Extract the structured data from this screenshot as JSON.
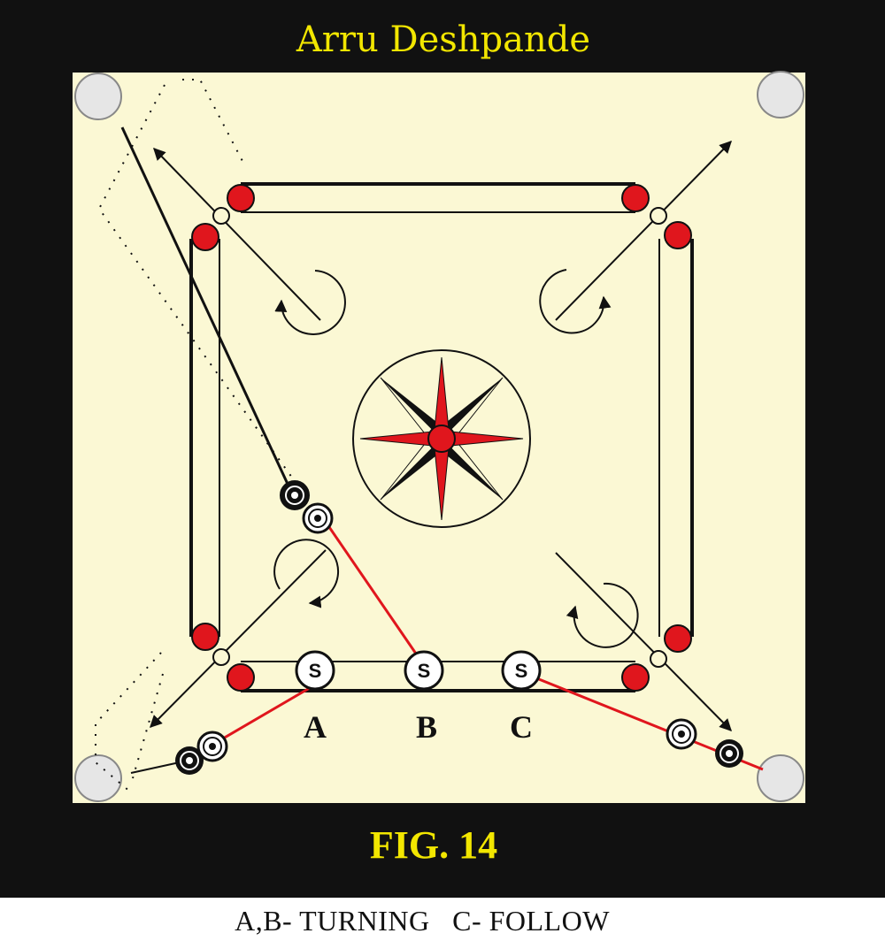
{
  "author": "Arru Deshpande",
  "figure_label": "FIG. 14",
  "caption": "A,B- TURNING   C- FOLLOW",
  "shot_labels": [
    "A",
    "B",
    "C"
  ],
  "striker_letter": "S",
  "colors": {
    "frame": "#111111",
    "board": "#fbf8d4",
    "red": "#e0161d",
    "pocket": "#e6e6e6",
    "title": "#f2e600",
    "path_red": "#e0161d",
    "line": "#111111"
  },
  "icons": [
    "striker-icon",
    "coin-icon",
    "queen-icon",
    "pocket-icon",
    "rotation-arrow-icon",
    "compass-star-icon"
  ]
}
